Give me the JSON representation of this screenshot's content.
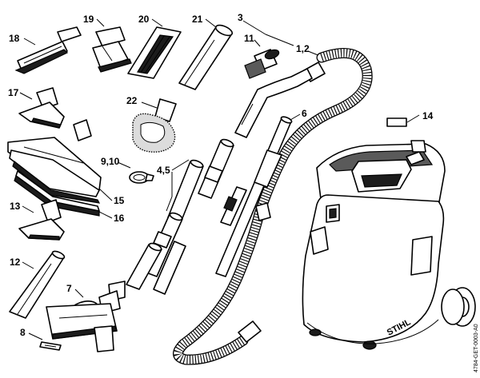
{
  "callouts": {
    "c1_2": "1,2",
    "c3": "3",
    "c4_5": "4,5",
    "c6": "6",
    "c7": "7",
    "c8": "8",
    "c9_10": "9,10",
    "c11": "11",
    "c12": "12",
    "c13": "13",
    "c14": "14",
    "c15": "15",
    "c16": "16",
    "c17": "17",
    "c18": "18",
    "c19": "19",
    "c20": "20",
    "c21": "21",
    "c22": "22"
  },
  "brand": "STIHL",
  "drawing_code": "4784-GET-0003-A0",
  "icons": [
    "vacuum-cleaner",
    "suction-hose",
    "floor-nozzle",
    "crevice-tool",
    "upholstery-nozzle",
    "brush-nozzle",
    "extension-tube"
  ]
}
